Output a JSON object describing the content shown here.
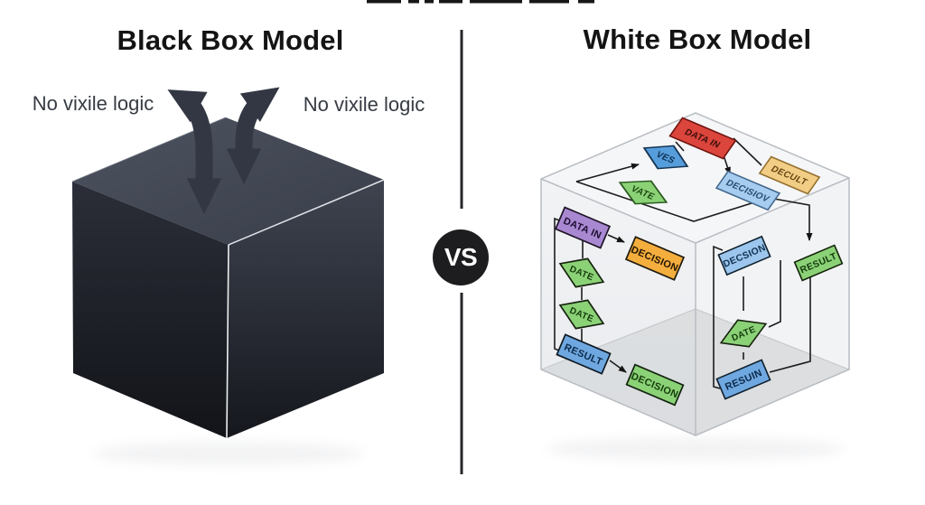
{
  "left_panel": {
    "title": "Black Box Model",
    "annotation_left": "No vixile logic",
    "annotation_right": "No vixile logic"
  },
  "divider": {
    "badge": "VS"
  },
  "right_panel": {
    "title": "White Box Model",
    "top_face": {
      "data_in": "DATA IN",
      "yes": "VES",
      "vate": "VATE",
      "decult": "DECULT",
      "decision": "DECISIOV"
    },
    "front_face": {
      "data_in": "DATA IN",
      "decision": "DECISION",
      "date1": "DATE",
      "date2": "DATE",
      "result": "RESULT",
      "decision2": "DECISION"
    },
    "side_face": {
      "decision": "DECSION",
      "result": "RESULT",
      "date": "DATE",
      "result2": "RESUIN"
    }
  },
  "colors": {
    "red": "#db453c",
    "blue": "#569ddc",
    "light_blue": "#a6cdf0",
    "side_blue": "#9cc6ed",
    "box_blue": "#6fa8e0",
    "green": "#8bd277",
    "orange_light": "#f2cd85",
    "orange": "#f4ae3d",
    "purple": "#a988d2",
    "arrow_dark": "#323743",
    "badge_bg": "#1d1d1f"
  }
}
